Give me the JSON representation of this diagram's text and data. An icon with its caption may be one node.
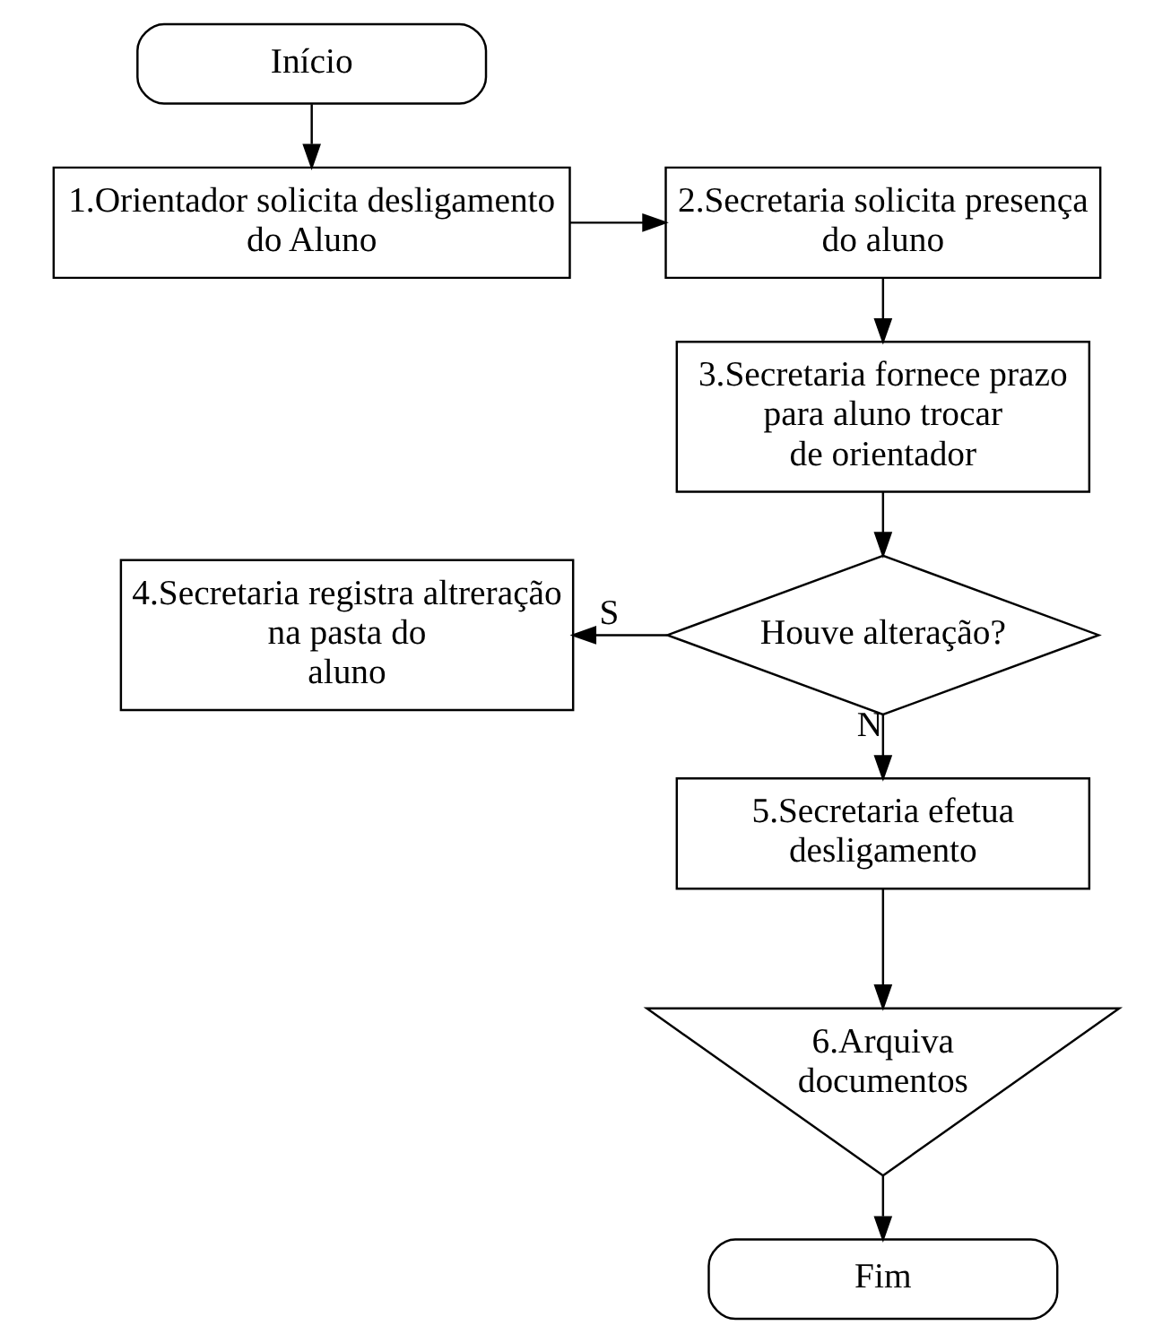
{
  "diagram": {
    "nodes": [
      {
        "text": [
          "Início"
        ]
      },
      {
        "text": [
          "1.Orientador solicita desligamento do Aluno"
        ]
      },
      {
        "text": [
          "2.Secretaria solicita presença do aluno"
        ]
      },
      {
        "text": [
          "3.Secretaria fornece prazo para aluno trocar de orientador"
        ]
      },
      {
        "text": [
          "Houve alteração?"
        ]
      },
      {
        "text": [
          "4.Secretaria registra altreração na pasta do aluno"
        ]
      },
      {
        "text": [
          "5.Secretaria efetua desligamento"
        ]
      },
      {
        "text": [
          "6.Arquiva documentos"
        ]
      },
      {
        "text": [
          "Fim"
        ]
      }
    ],
    "edges": [
      {
        "from": 0,
        "to": 1,
        "arrow": "to"
      },
      {
        "from": 1,
        "to": 2,
        "arrow": "to"
      },
      {
        "from": 2,
        "to": 3,
        "arrow": "to"
      },
      {
        "from": 3,
        "to": 4,
        "arrow": "to"
      },
      {
        "from": 4,
        "to": 5,
        "arrow": "to",
        "label": "S"
      },
      {
        "from": 4,
        "to": 6,
        "arrow": "to",
        "label": "N"
      },
      {
        "from": 6,
        "to": 7,
        "arrow": "to"
      },
      {
        "from": 7,
        "to": 8,
        "arrow": "to"
      }
    ]
  }
}
